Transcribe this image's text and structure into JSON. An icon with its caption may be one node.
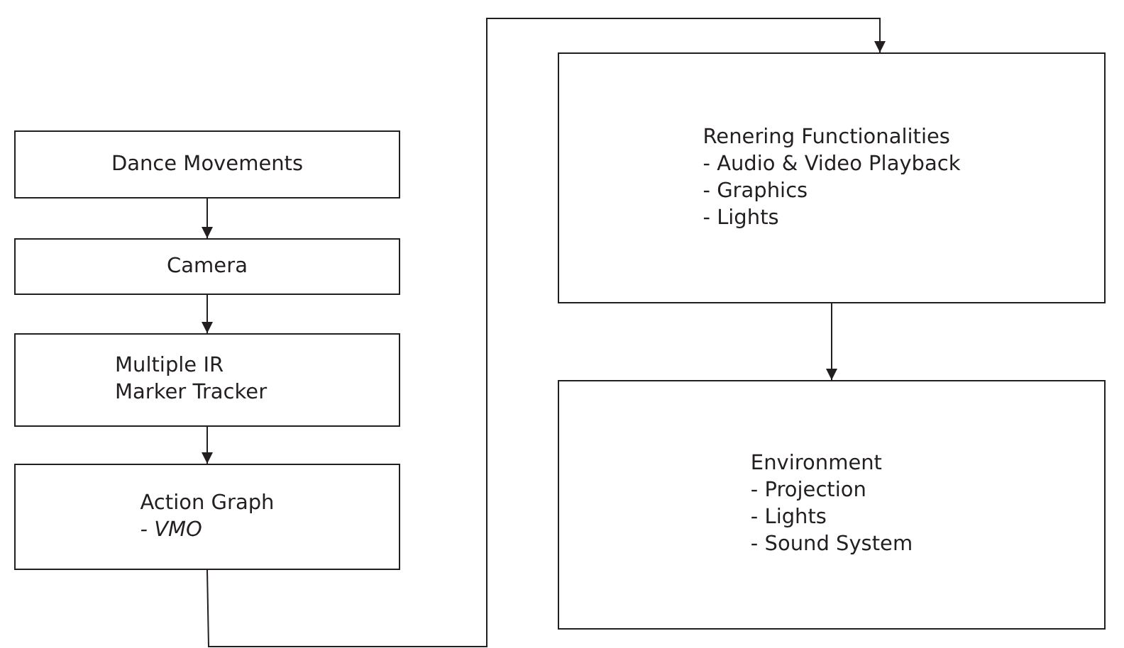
{
  "diagram": {
    "nodes": [
      {
        "text": [
          "Dance Movements"
        ]
      },
      {
        "text": [
          "Camera"
        ]
      },
      {
        "text": [
          "Multiple IR Marker Tracker"
        ]
      },
      {
        "text": [
          "Action Graph",
          "- VMO"
        ]
      },
      {
        "text": [
          "Renering Functionalities",
          "- Audio & Video Playback",
          "- Graphics",
          "- Lights"
        ]
      },
      {
        "text": [
          "Environment",
          "- Projection",
          "- Lights",
          "- Sound System"
        ]
      }
    ],
    "edges": [
      {
        "from": 0,
        "to": 1,
        "arrow": "to"
      },
      {
        "from": 1,
        "to": 2,
        "arrow": "to"
      },
      {
        "from": 2,
        "to": 3,
        "arrow": "to"
      },
      {
        "from": 3,
        "to": 4,
        "arrow": "to"
      },
      {
        "from": 4,
        "to": 5,
        "arrow": "to"
      }
    ]
  }
}
